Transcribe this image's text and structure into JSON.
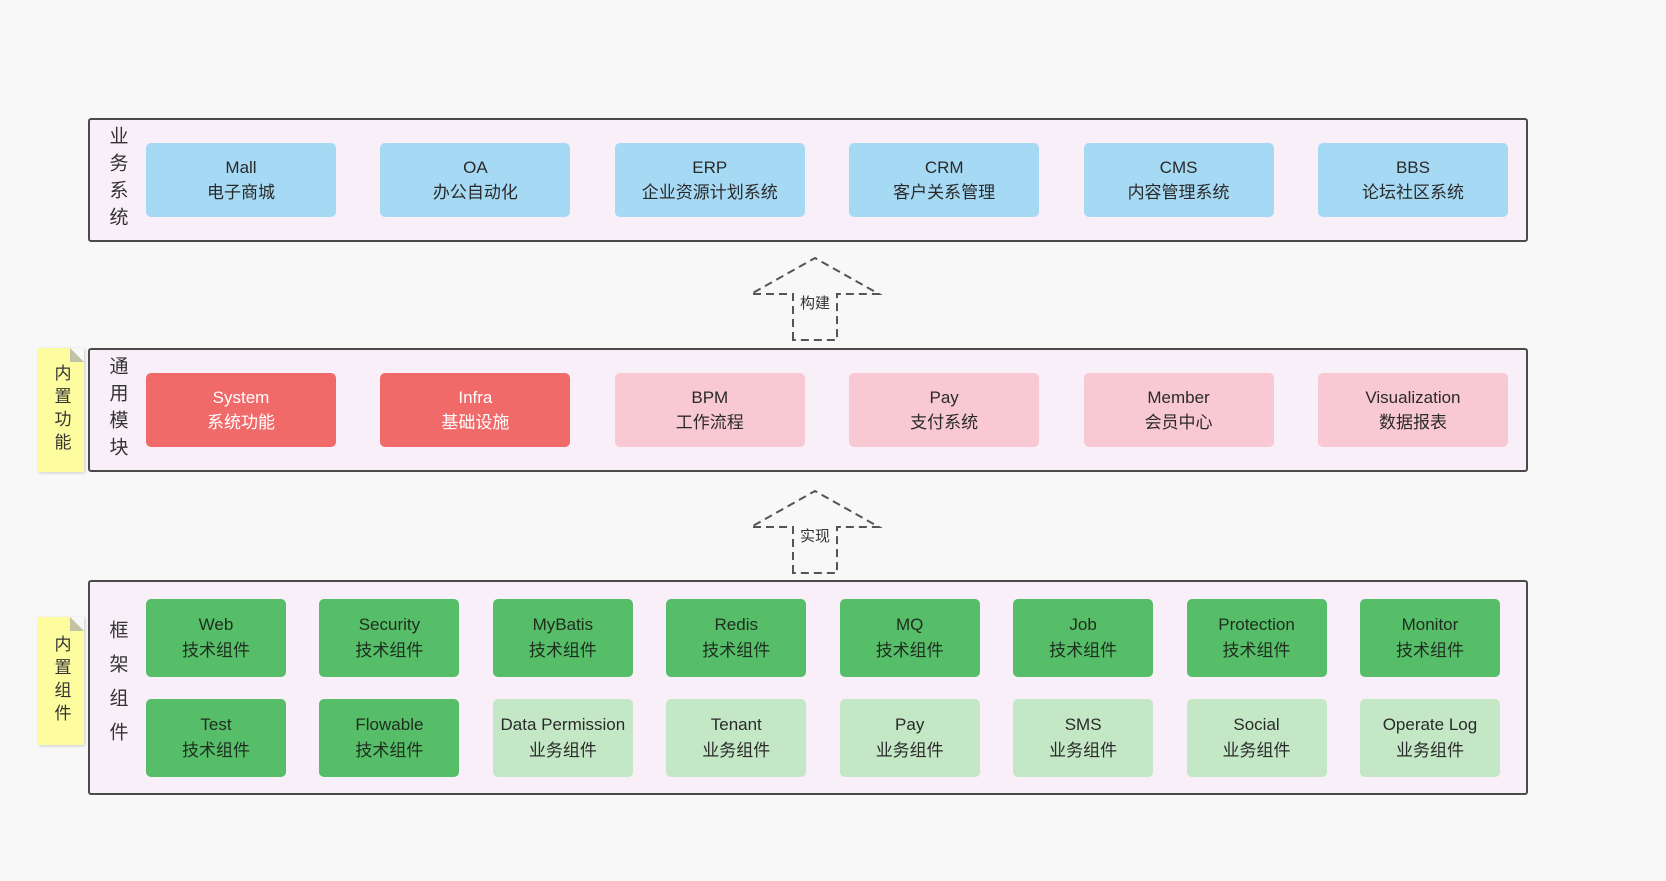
{
  "business": {
    "label": "业务系统",
    "items": [
      {
        "title": "Mall",
        "subtitle": "电子商城"
      },
      {
        "title": "OA",
        "subtitle": "办公自动化"
      },
      {
        "title": "ERP",
        "subtitle": "企业资源计划系统"
      },
      {
        "title": "CRM",
        "subtitle": "客户关系管理"
      },
      {
        "title": "CMS",
        "subtitle": "内容管理系统"
      },
      {
        "title": "BBS",
        "subtitle": "论坛社区系统"
      }
    ]
  },
  "modules": {
    "label": "通用模块",
    "sticky": "内置功能",
    "items": [
      {
        "title": "System",
        "subtitle": "系统功能",
        "variant": "red"
      },
      {
        "title": "Infra",
        "subtitle": "基础设施",
        "variant": "red"
      },
      {
        "title": "BPM",
        "subtitle": "工作流程",
        "variant": "pink"
      },
      {
        "title": "Pay",
        "subtitle": "支付系统",
        "variant": "pink"
      },
      {
        "title": "Member",
        "subtitle": "会员中心",
        "variant": "pink"
      },
      {
        "title": "Visualization",
        "subtitle": "数据报表",
        "variant": "pink"
      }
    ]
  },
  "components": {
    "label": "框架组件",
    "sticky": "内置组件",
    "row1": [
      {
        "title": "Web",
        "subtitle": "技术组件",
        "variant": "green"
      },
      {
        "title": "Security",
        "subtitle": "技术组件",
        "variant": "green"
      },
      {
        "title": "MyBatis",
        "subtitle": "技术组件",
        "variant": "green"
      },
      {
        "title": "Redis",
        "subtitle": "技术组件",
        "variant": "green"
      },
      {
        "title": "MQ",
        "subtitle": "技术组件",
        "variant": "green"
      },
      {
        "title": "Job",
        "subtitle": "技术组件",
        "variant": "green"
      },
      {
        "title": "Protection",
        "subtitle": "技术组件",
        "variant": "green"
      },
      {
        "title": "Monitor",
        "subtitle": "技术组件",
        "variant": "green"
      }
    ],
    "row2": [
      {
        "title": "Test",
        "subtitle": "技术组件",
        "variant": "green"
      },
      {
        "title": "Flowable",
        "subtitle": "技术组件",
        "variant": "green"
      },
      {
        "title": "Data Permission",
        "subtitle": "业务组件",
        "variant": "lightgreen"
      },
      {
        "title": "Tenant",
        "subtitle": "业务组件",
        "variant": "lightgreen"
      },
      {
        "title": "Pay",
        "subtitle": "业务组件",
        "variant": "lightgreen"
      },
      {
        "title": "SMS",
        "subtitle": "业务组件",
        "variant": "lightgreen"
      },
      {
        "title": "Social",
        "subtitle": "业务组件",
        "variant": "lightgreen"
      },
      {
        "title": "Operate Log",
        "subtitle": "业务组件",
        "variant": "lightgreen"
      }
    ]
  },
  "arrows": {
    "build": "构建",
    "implement": "实现"
  },
  "colors": {
    "page_bg": "#f8f8f8",
    "band_bg": "#f9eff8",
    "band_border": "#4a4a4a",
    "blue_card": "#a6d9f4",
    "red_card": "#f16a6a",
    "pink_card": "#f9c9d3",
    "green_card": "#56bd68",
    "light_green_card": "#c4e8c6",
    "sticky_yellow": "#fdfc9f"
  }
}
